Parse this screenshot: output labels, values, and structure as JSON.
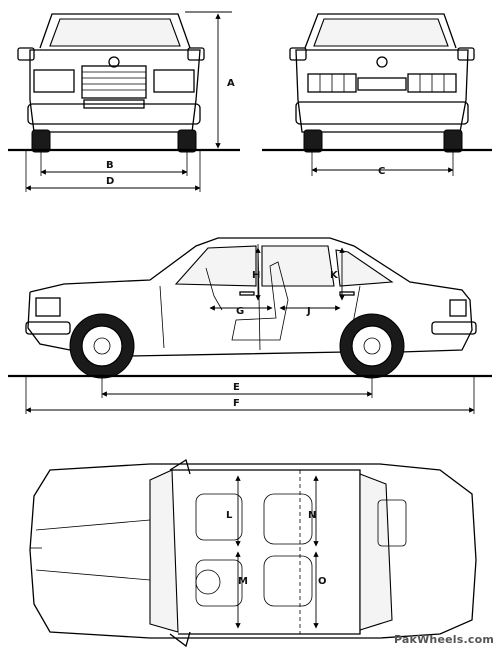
{
  "dimension_labels": {
    "A": "A",
    "B": "B",
    "C": "C",
    "D": "D",
    "E": "E",
    "F": "F",
    "G": "G",
    "H": "H",
    "J": "J",
    "K": "K",
    "L": "L",
    "M": "M",
    "N": "N",
    "O": "O"
  },
  "watermark": "PakWheels.com"
}
